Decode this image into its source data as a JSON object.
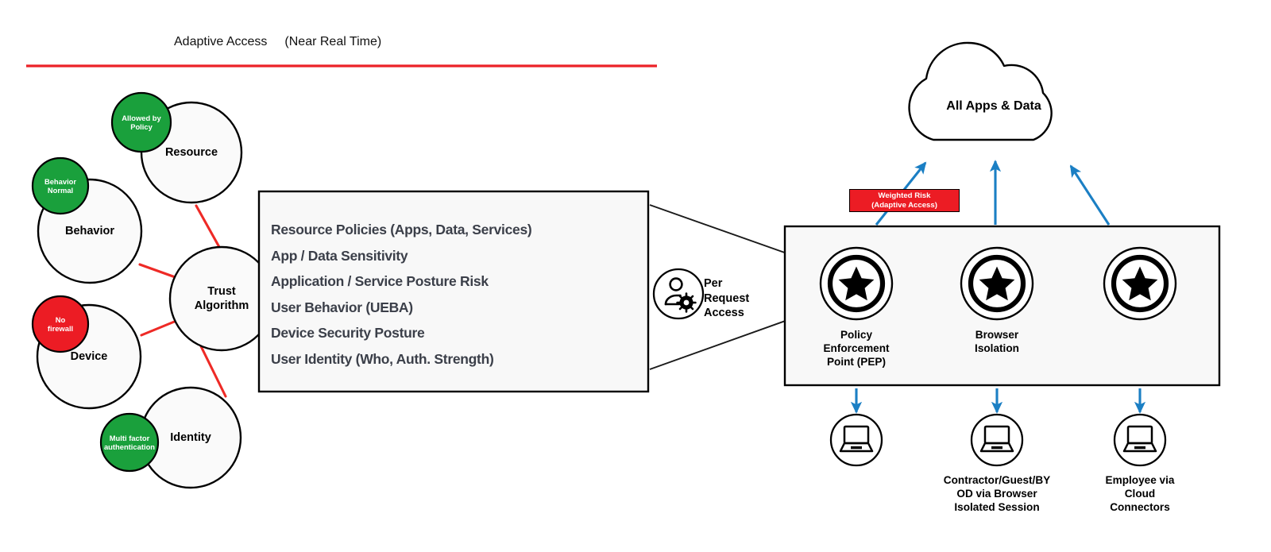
{
  "title": {
    "main": "Adaptive Access",
    "sub": "(Near Real Time)",
    "rule_color": "#ec2227"
  },
  "colors": {
    "green": "#1aa03c",
    "red": "#ec1c24",
    "blue_arrow": "#1b7fc4",
    "bubble_fill": "#fafafa",
    "panel_fill": "#f8f8f8",
    "outline": "#000000",
    "policy_text": "#3b3f49",
    "link_red": "#ee2a26"
  },
  "trust_cluster": {
    "center_node": {
      "label_line1": "Trust",
      "label_line2": "Algorithm"
    },
    "nodes": [
      {
        "name": "resource",
        "label": "Resource",
        "chip": {
          "line1": "Allowed by",
          "line2": "Policy",
          "status": "green"
        }
      },
      {
        "name": "behavior",
        "label": "Behavior",
        "chip": {
          "line1": "Behavior",
          "line2": "Normal",
          "status": "green"
        }
      },
      {
        "name": "device",
        "label": "Device",
        "chip": {
          "line1": "No",
          "line2": "firewall",
          "status": "red"
        }
      },
      {
        "name": "identity",
        "label": "Identity",
        "chip": {
          "line1": "Multi factor",
          "line2": "authentication",
          "status": "green"
        }
      }
    ]
  },
  "policy_box": {
    "lines": [
      "Resource Policies (Apps, Data, Services)",
      "App / Data Sensitivity",
      "Application / Service Posture Risk",
      "User Behavior (UEBA)",
      "Device Security Posture",
      "User Identity (Who, Auth. Strength)"
    ]
  },
  "per_request": {
    "icon": "user-gear-icon",
    "line1": "Per",
    "line2": "Request",
    "line3": "Access"
  },
  "weighted_risk": {
    "line1": "Weighted Risk",
    "line2": "(Adaptive Access)"
  },
  "cloud": {
    "label": "All Apps & Data",
    "icon": "cloud-icon"
  },
  "pep_panel": {
    "columns": [
      {
        "name": "policy-enforcement-point",
        "icon": "star-badge-icon",
        "label": "Policy\nEnforcement\nPoint (PEP)",
        "label_lines": [
          "Policy",
          "Enforcement",
          "Point (PEP)"
        ]
      },
      {
        "name": "browser-isolation",
        "icon": "star-badge-icon",
        "label_lines": [
          "Browser",
          "Isolation"
        ]
      },
      {
        "name": "third-enforcement",
        "icon": "star-badge-icon",
        "label_lines": []
      }
    ]
  },
  "endpoints": [
    {
      "name": "endpoint-unlabeled",
      "icon": "laptop-icon",
      "label_lines": []
    },
    {
      "name": "endpoint-contractor",
      "icon": "laptop-icon",
      "label_lines": [
        "Contractor/Guest/BY",
        "OD via Browser",
        "Isolated Session"
      ]
    },
    {
      "name": "endpoint-employee",
      "icon": "laptop-icon",
      "label_lines": [
        "Employee via",
        "Cloud",
        "Connectors"
      ]
    }
  ]
}
